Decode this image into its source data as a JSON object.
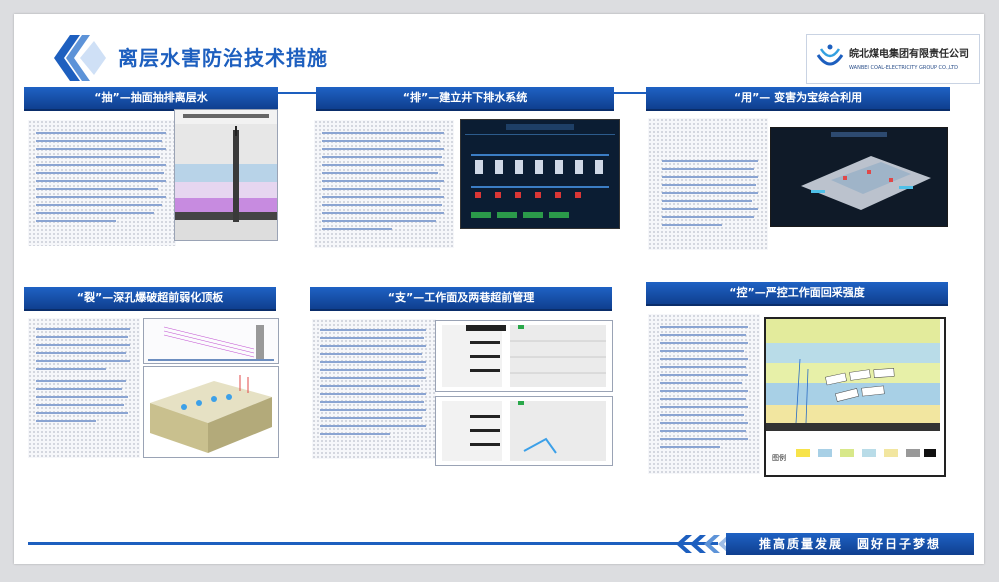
{
  "title": "离层水害防治技术措施",
  "company": {
    "name_cn": "皖北煤电集团有限责任公司",
    "name_en": "WANBEI COAL-ELECTRICITY GROUP CO.,LTD"
  },
  "sections": [
    {
      "heading": "“抽”—抽面抽排离层水"
    },
    {
      "heading": "“排”—建立井下排水系统"
    },
    {
      "heading": "“用”— 变害为宝综合利用"
    },
    {
      "heading": "“裂”—深孔爆破超前弱化顶板"
    },
    {
      "heading": "“支”—工作面及两巷超前管理"
    },
    {
      "heading": "“控”—严控工作面回采强度"
    }
  ],
  "legend_label": "图例",
  "footer": {
    "slogan": "推高质量发展　圆好日子梦想"
  }
}
